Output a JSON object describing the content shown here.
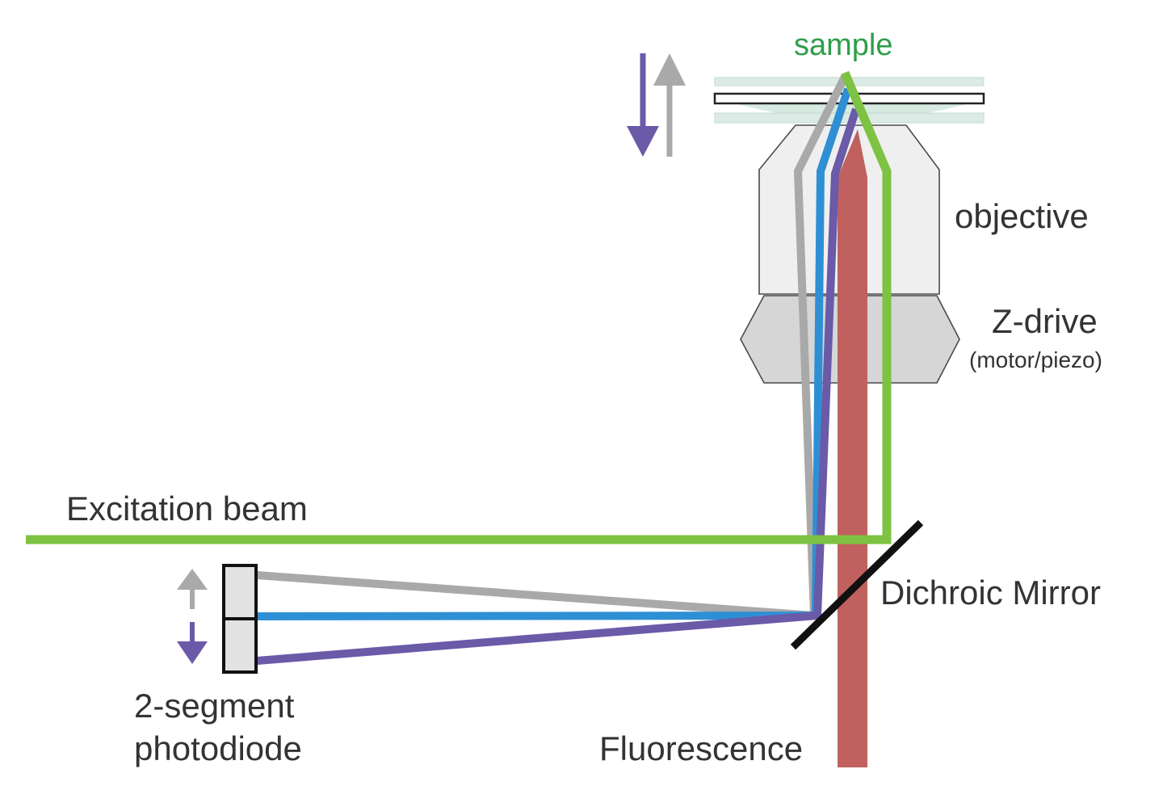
{
  "labels": {
    "sample": "sample",
    "objective": "objective",
    "zdrive": "Z-drive",
    "zdrive_sub": "(motor/piezo)",
    "excitation": "Excitation beam",
    "dichroic": "Dichroic Mirror",
    "photodiode_line1": "2-segment",
    "photodiode_line2": "photodiode",
    "fluorescence": "Fluorescence"
  },
  "colors": {
    "green_beam": "#7dc242",
    "sample_text": "#2e9e4a",
    "grey_beam": "#a9a9a9",
    "blue_beam": "#2f8fd4",
    "purple_beam": "#6a5aa8",
    "red_beam": "#c0615f",
    "text": "#333333",
    "objective_fill": "#efefef",
    "zdrive_fill": "#d6d6d6",
    "mirror": "#111111"
  },
  "icons": [
    "up-arrow-icon",
    "down-arrow-icon"
  ]
}
